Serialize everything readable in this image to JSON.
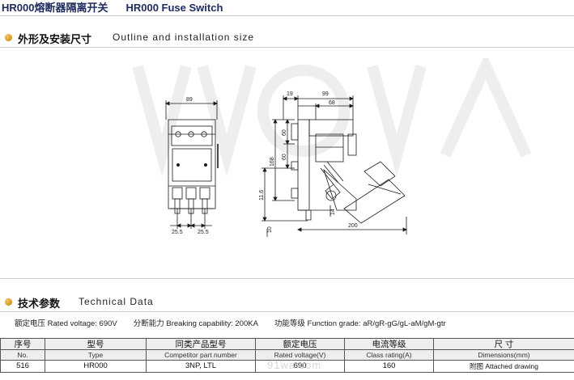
{
  "header": {
    "title_cn": "HR000熔断器隔离开关",
    "title_en": "HR000 Fuse Switch"
  },
  "outline_section": {
    "title_cn": "外形及安装尺寸",
    "title_en": "Outline and installation size"
  },
  "drawing": {
    "front_view": {
      "width_label": "89",
      "pitch_left_label": "25.5",
      "pitch_right_label": "25.5"
    },
    "side_view": {
      "top_label_1": "19",
      "top_label_2": "99",
      "top_label_3": "68",
      "v_label_60a": "60",
      "v_label_60b": "60",
      "v_label_168": "168",
      "v_label_116": "11.6",
      "v_label_10": "10",
      "v_label_14": "14",
      "length_label": "200"
    }
  },
  "technical_section": {
    "title_cn": "技术参数",
    "title_en": "Technical Data"
  },
  "spec_line": {
    "rated_voltage": "额定电压 Rated voltage: 690V",
    "breaking_capacity": "分断能力 Breaking capability: 200KA",
    "function_grade": "功能等级 Function grade: aR/gR-gG/gL-aM/gM-gtr"
  },
  "table": {
    "headers_cn": [
      "序号",
      "型号",
      "同类产品型号",
      "额定电压",
      "电流等级",
      "尺  寸"
    ],
    "headers_en": [
      "No.",
      "Type",
      "Competitor part number",
      "Rated voltage(V)",
      "Class rating(A)",
      "Dimensions(mm)"
    ],
    "rows": [
      [
        "516",
        "HR000",
        "3NP, LTL",
        "690",
        "160",
        "附图 Attached drawing"
      ]
    ]
  },
  "watermark": {
    "text": "91wa.com"
  }
}
